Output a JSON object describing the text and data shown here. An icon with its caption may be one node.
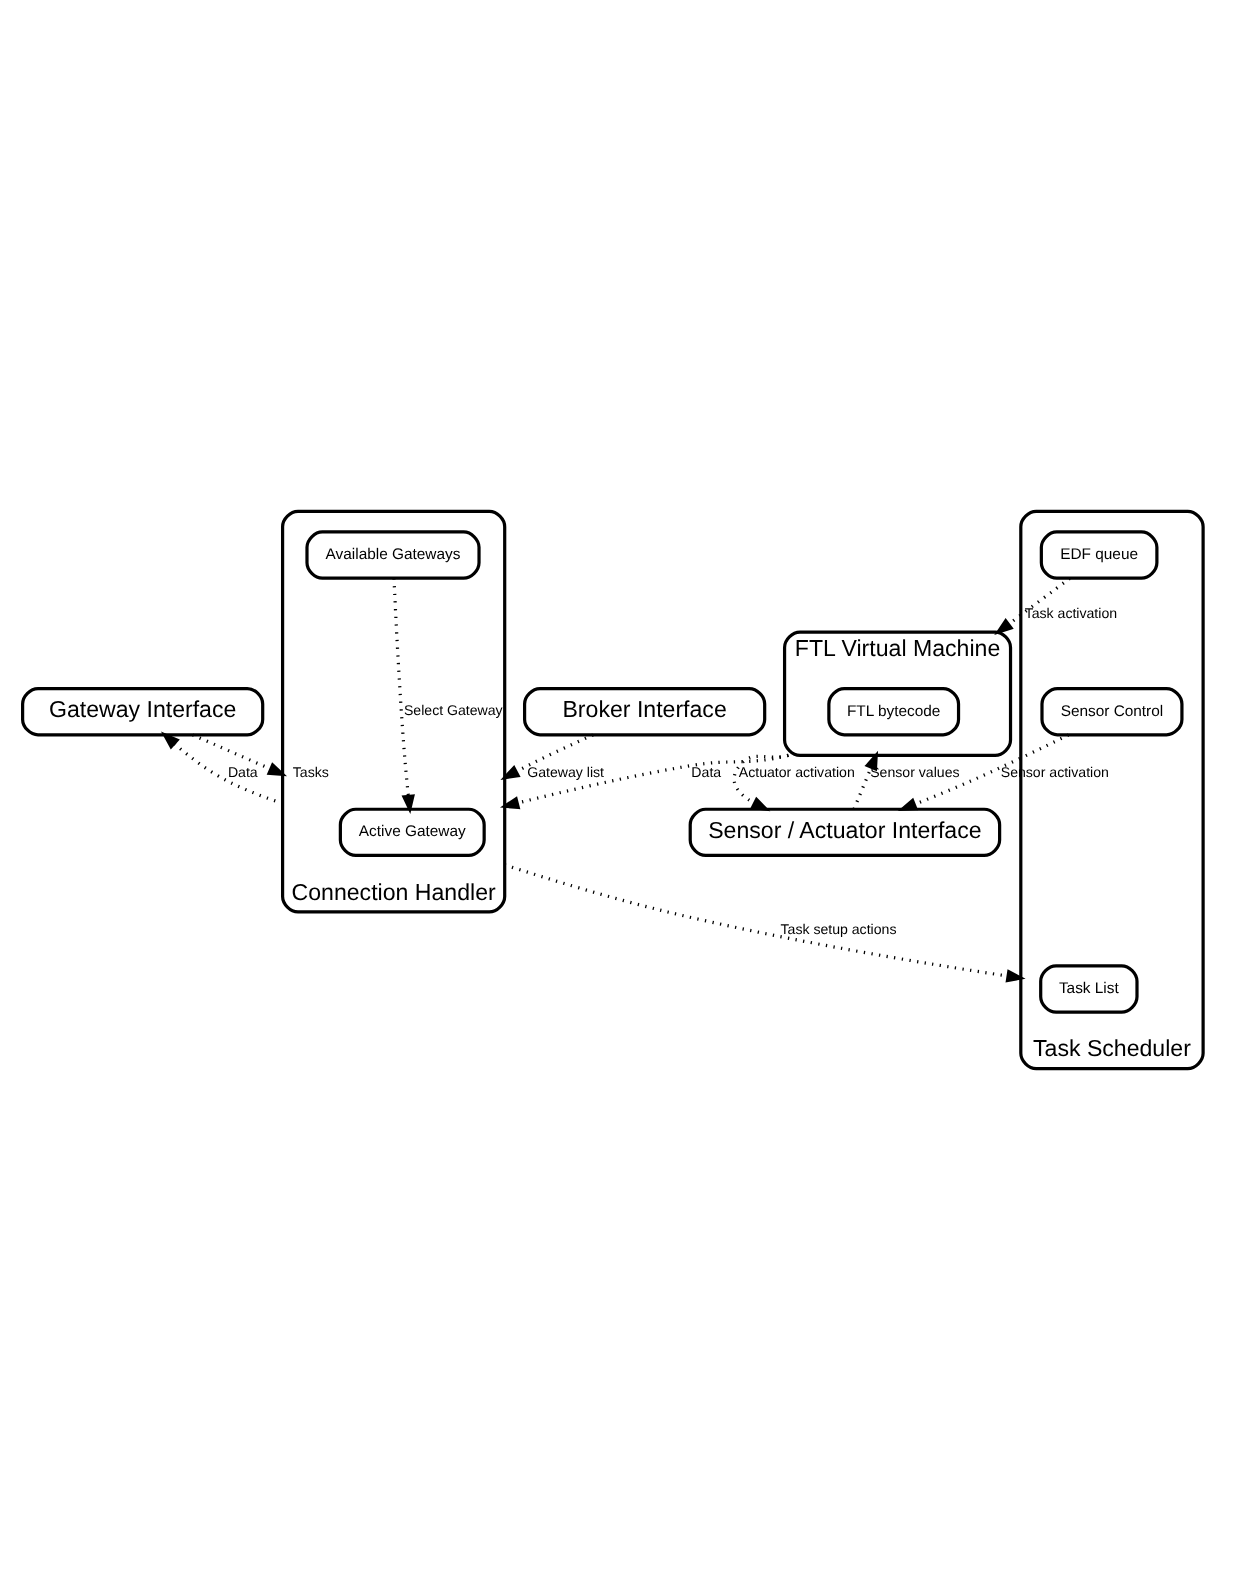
{
  "diagram": {
    "nodes": [
      {
        "text": [
          "Gateway Interface"
        ]
      },
      {
        "text": [
          "Broker Interface"
        ]
      },
      {
        "text": [
          "Connection Handler"
        ]
      },
      {
        "text": [
          "Active Gateway"
        ],
        "in": 2
      },
      {
        "text": [
          "Available Gateways"
        ],
        "in": 2
      },
      {
        "text": [
          "Task Scheduler"
        ]
      },
      {
        "text": [
          "Task List"
        ],
        "in": 5
      },
      {
        "text": [
          "EDF queue"
        ],
        "in": 5
      },
      {
        "text": [
          "Sensor Control"
        ],
        "in": 5
      },
      {
        "text": [
          "FTL Virtual Machine"
        ]
      },
      {
        "text": [
          "FTL bytecode"
        ],
        "in": 9
      },
      {
        "text": [
          "Sensor / Actuator Interface"
        ]
      }
    ],
    "edges": [
      {
        "from": 0,
        "to": 2,
        "arrow": "to",
        "label": "Tasks"
      },
      {
        "from": 2,
        "to": 0,
        "arrow": "to",
        "label": "Data"
      },
      {
        "from": 1,
        "to": 2,
        "arrow": "to",
        "label": "Gateway list"
      },
      {
        "from": 4,
        "to": 3,
        "arrow": "to",
        "label": "Select Gateway"
      },
      {
        "from": 2,
        "to": 5,
        "arrow": "to",
        "label": "Task setup actions"
      },
      {
        "from": 9,
        "to": 2,
        "arrow": "to",
        "label": "Data"
      },
      {
        "from": 7,
        "to": 9,
        "arrow": "to",
        "label": "Task activation"
      },
      {
        "from": 9,
        "to": 11,
        "arrow": "to",
        "label": "Actuator activation"
      },
      {
        "from": 11,
        "to": 9,
        "arrow": "to",
        "label": "Sensor values"
      },
      {
        "from": 8,
        "to": 11,
        "arrow": "to",
        "label": "Sensor activation"
      }
    ]
  }
}
